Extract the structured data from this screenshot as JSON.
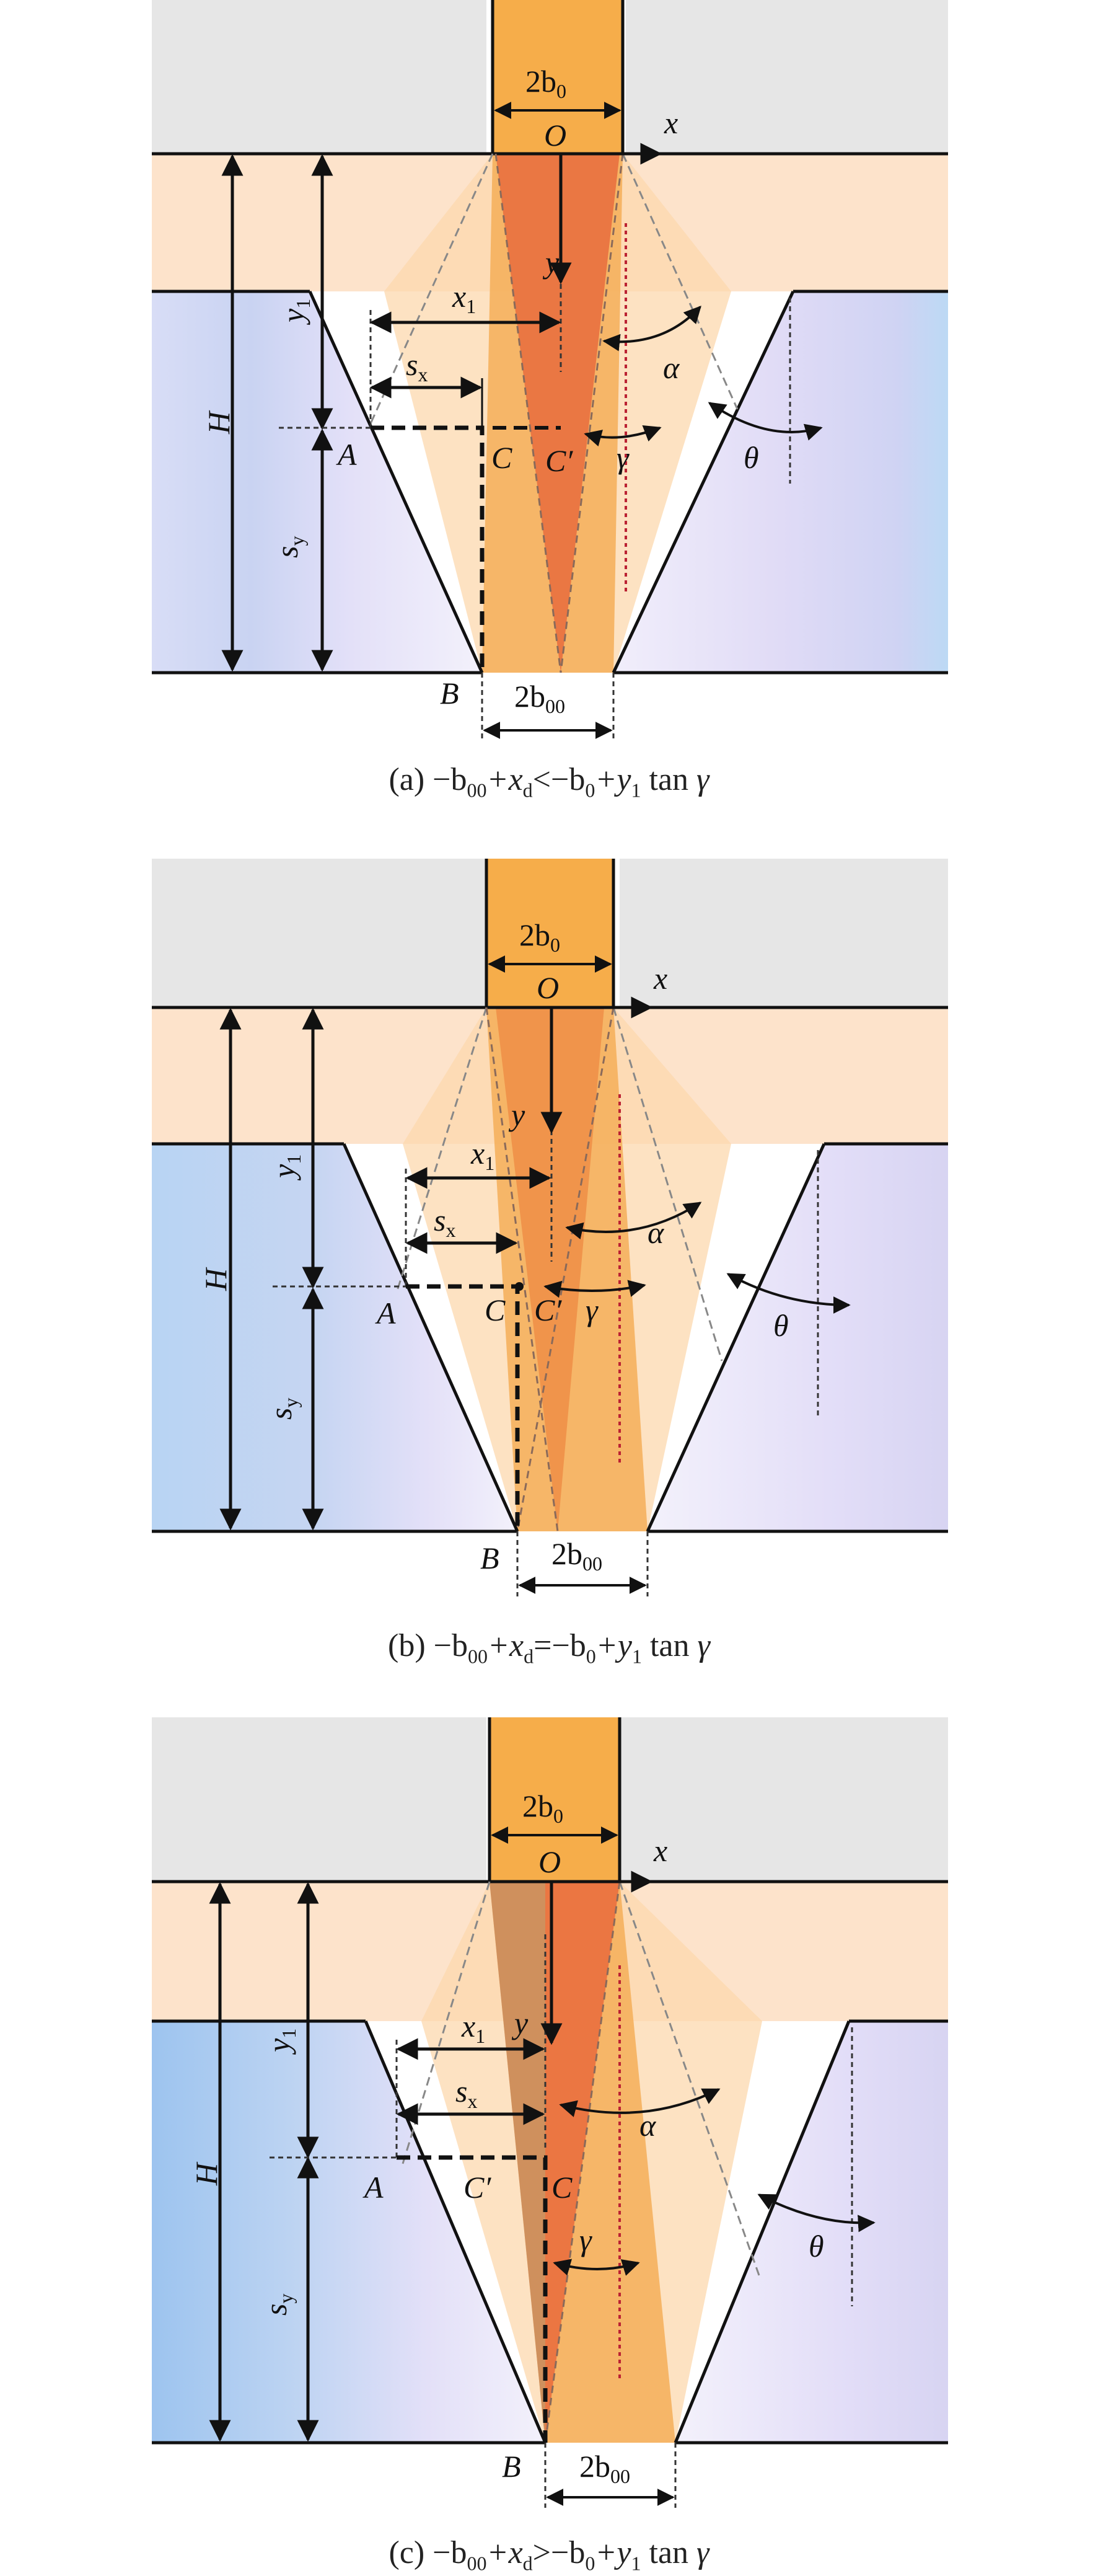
{
  "labels": {
    "two_b0": "2b",
    "two_b0_sub": "0",
    "origin": "O",
    "x_axis": "x",
    "y_axis": "y",
    "H": "H",
    "y1": "y",
    "y1_sub": "1",
    "x1": "x",
    "x1_sub": "1",
    "sx": "s",
    "sx_sub": "x",
    "sy": "s",
    "sy_sub": "y",
    "A": "A",
    "B": "B",
    "C": "C",
    "C_prime": "C′",
    "alpha": "α",
    "gamma": "γ",
    "theta": "θ",
    "two_b00": "2b",
    "two_b00_sub": "00"
  },
  "captions": [
    {
      "tag": "(a)",
      "lhs": "−b",
      "lhs_sub": "00",
      "plus": "+x",
      "plus_sub": "d",
      "rel": "<",
      "rhs": "−b",
      "rhs_sub": "0",
      "rhs2": "+y",
      "rhs2_sub": "1",
      "tail": " tan ",
      "gamma": "γ"
    },
    {
      "tag": "(b)",
      "lhs": "−b",
      "lhs_sub": "00",
      "plus": "+x",
      "plus_sub": "d",
      "rel": "=",
      "rhs": "−b",
      "rhs_sub": "0",
      "rhs2": "+y",
      "rhs2_sub": "1",
      "tail": " tan ",
      "gamma": "γ"
    },
    {
      "tag": "(c)",
      "lhs": "−b",
      "lhs_sub": "00",
      "plus": "+x",
      "plus_sub": "d",
      "rel": ">",
      "rhs": "−b",
      "rhs_sub": "0",
      "rhs2": "+y",
      "rhs2_sub": "1",
      "tail": " tan ",
      "gamma": "γ"
    }
  ],
  "colors": {
    "tool_gray": "#e2e2e2",
    "work_peach": "#fde3cb",
    "wall_blue": "#bcd6f2",
    "wall_lilac": "#e2dcf7",
    "beam_orange": "#f6ad4a",
    "core_red": "#ec6f43",
    "line": "#111111"
  }
}
